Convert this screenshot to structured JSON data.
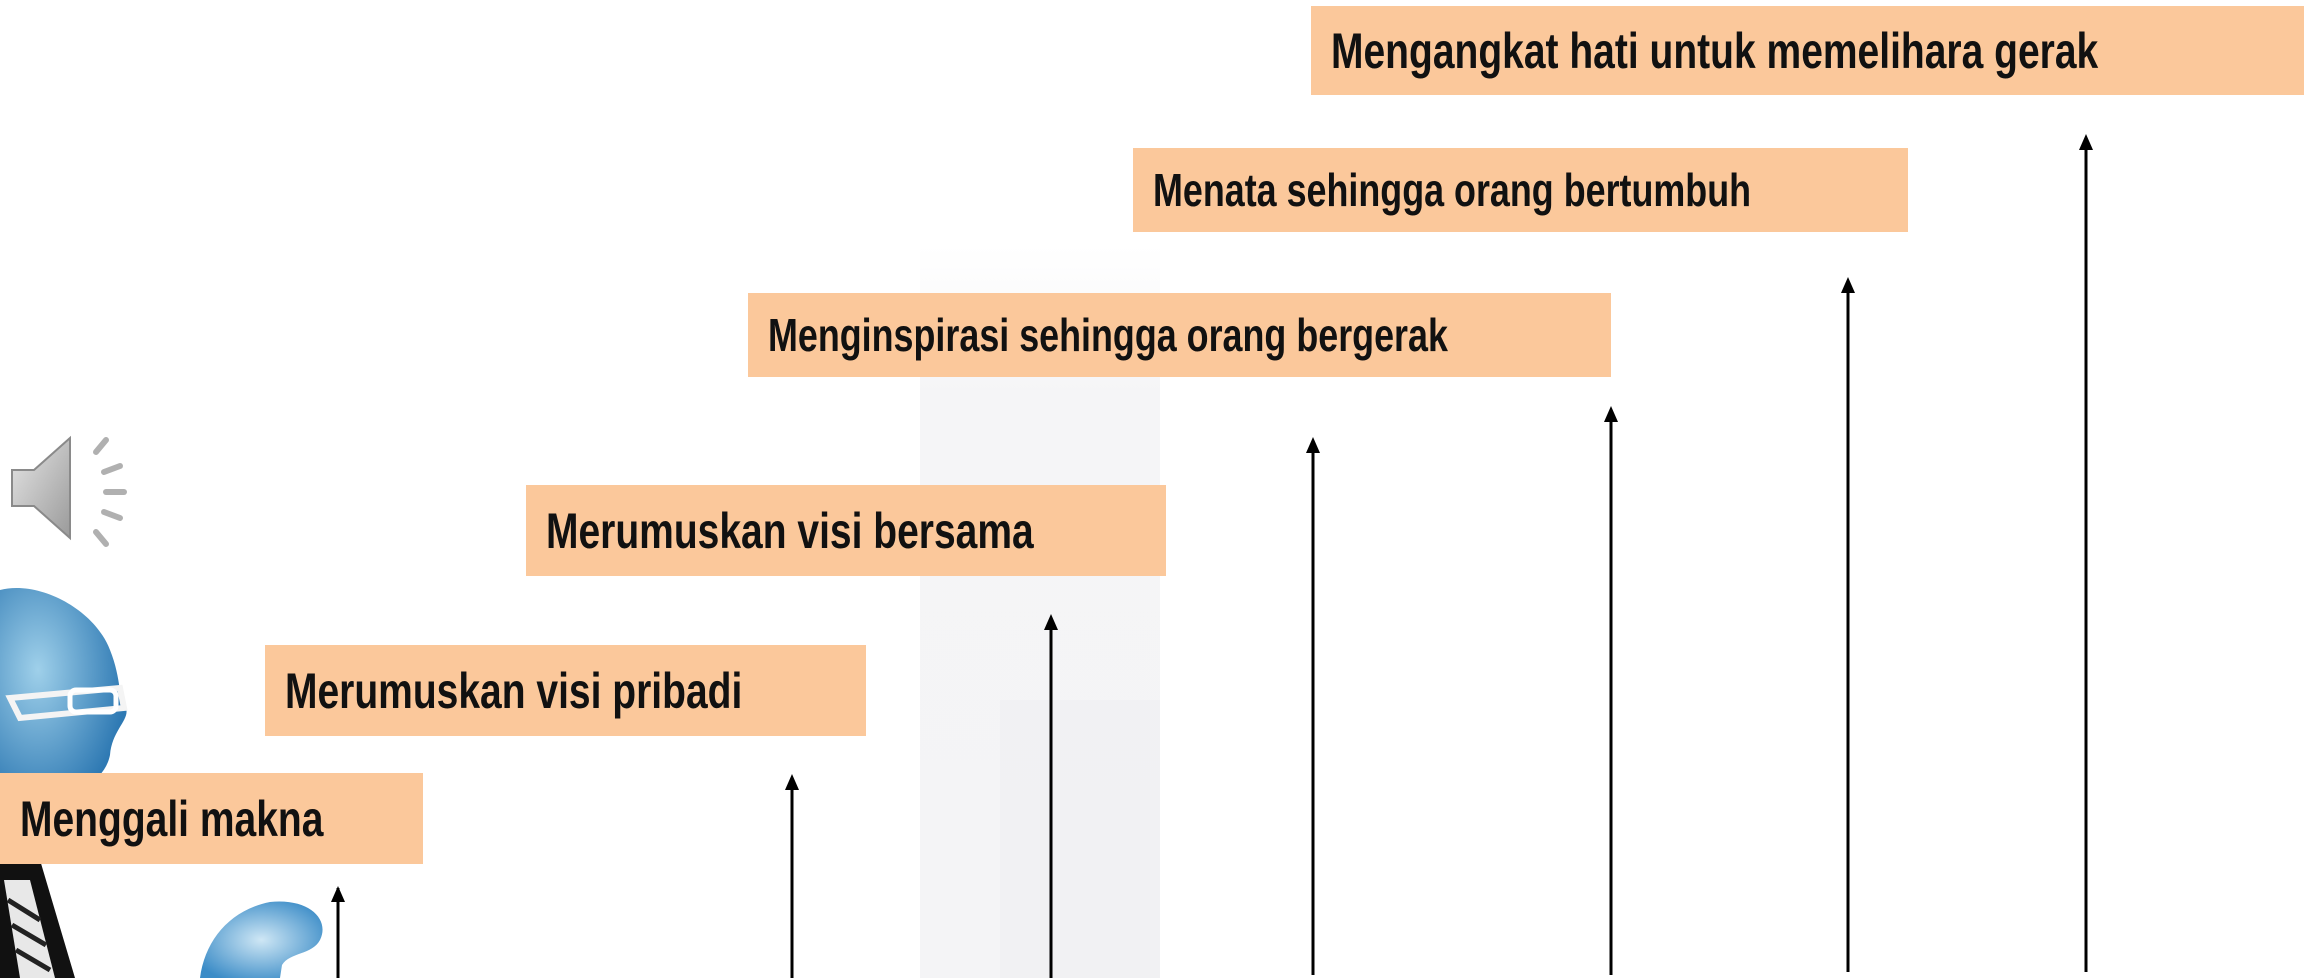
{
  "steps": [
    {
      "label": "Menggali makna"
    },
    {
      "label": "Merumuskan visi pribadi"
    },
    {
      "label": "Merumuskan visi bersama"
    },
    {
      "label": "Menginspirasi sehingga orang bergerak"
    },
    {
      "label": "Menata sehingga orang bertumbuh"
    },
    {
      "label": "Mengangkat hati untuk memelihara gerak"
    }
  ],
  "colors": {
    "box_fill": "#fbc89b",
    "text": "#111111",
    "arrow": "#000000"
  },
  "icons": {
    "speaker": "speaker-icon"
  }
}
